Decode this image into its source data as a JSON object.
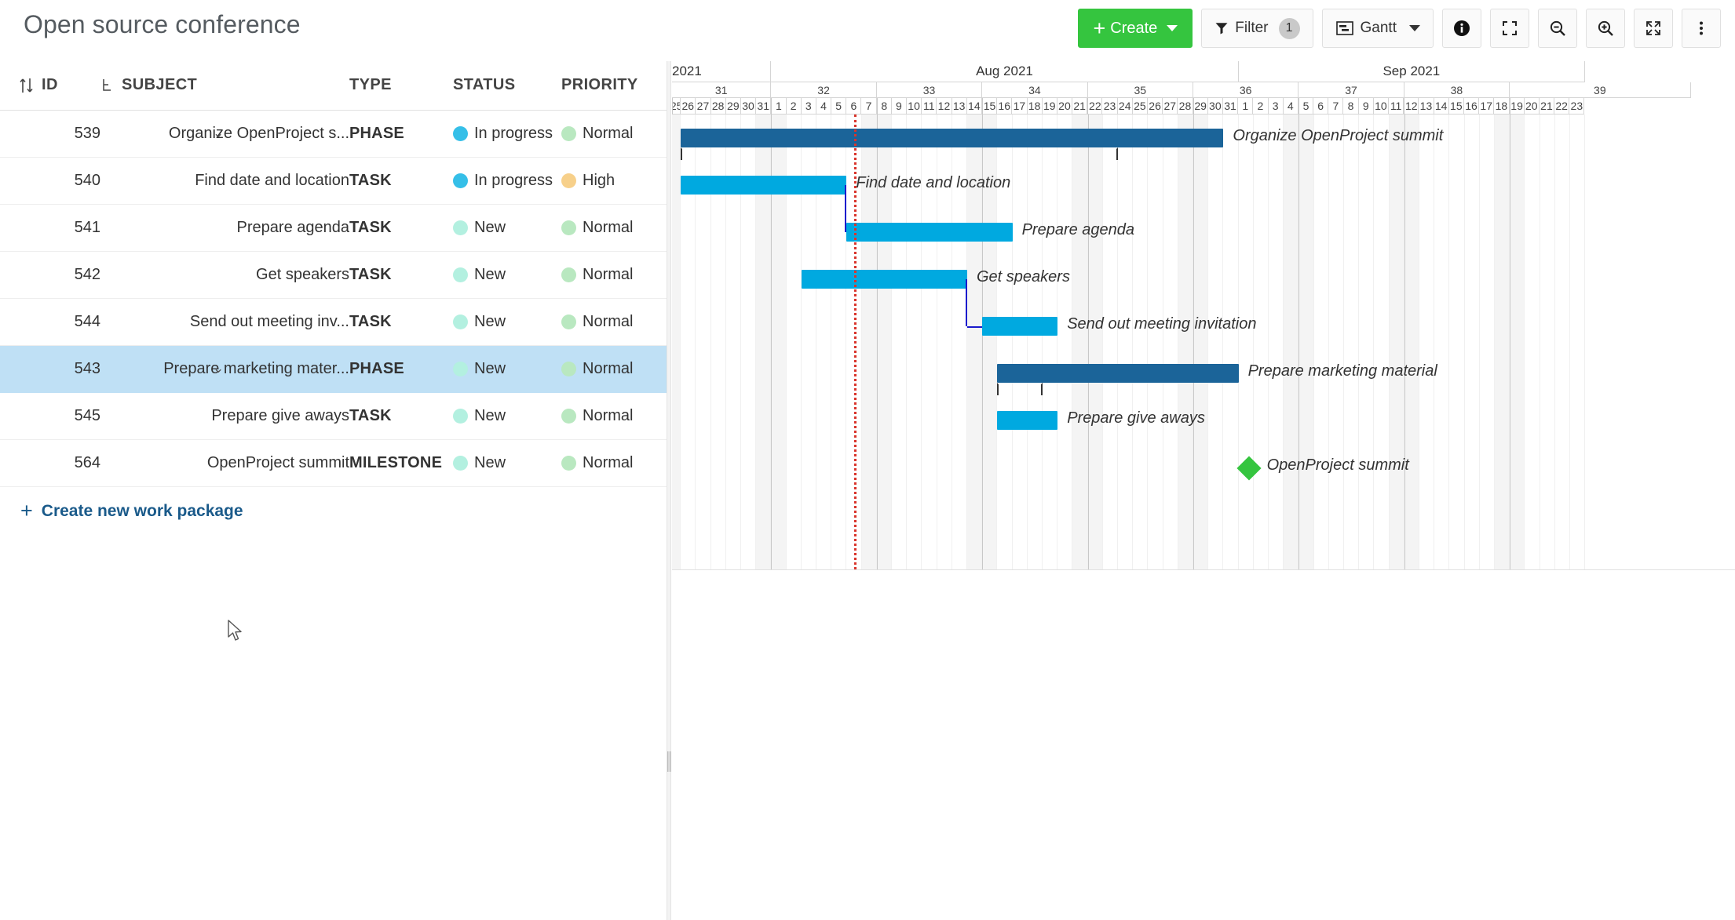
{
  "header": {
    "title": "Open source conference"
  },
  "toolbar": {
    "create_label": "Create",
    "create_icon": "plus-icon",
    "create_color": "#35c53f",
    "filter_label": "Filter",
    "filter_icon": "funnel-icon",
    "filter_count": "1",
    "view_label": "Gantt",
    "view_icon": "gantt-view-icon",
    "info_icon": "info-icon",
    "zen_icon": "zen-mode-icon",
    "zoom_out_icon": "zoom-out-icon",
    "zoom_in_icon": "zoom-in-icon",
    "fullscreen_icon": "fullscreen-icon",
    "more_icon": "kebab-menu-icon"
  },
  "table": {
    "sort_icon": "sort-icon",
    "hierarchy_icon": "hierarchy-icon",
    "columns": [
      "ID",
      "SUBJECT",
      "TYPE",
      "STATUS",
      "PRIORITY"
    ],
    "rows": [
      {
        "id": "539",
        "subject": "Organize OpenProject s...",
        "type": "PHASE",
        "status": "In progress",
        "priority": "Normal",
        "expander": "chevron-down-icon",
        "status_color": "#35bfe8",
        "priority_color": "#b9e8c0",
        "selected": false,
        "indent": 0
      },
      {
        "id": "540",
        "subject": "Find date and location",
        "type": "TASK",
        "status": "In progress",
        "priority": "High",
        "expander": "",
        "status_color": "#35bfe8",
        "priority_color": "#f7d08a",
        "selected": false,
        "indent": 1
      },
      {
        "id": "541",
        "subject": "Prepare agenda",
        "type": "TASK",
        "status": "New",
        "priority": "Normal",
        "expander": "",
        "status_color": "#b3f0e0",
        "priority_color": "#b9e8c0",
        "selected": false,
        "indent": 1
      },
      {
        "id": "542",
        "subject": "Get speakers",
        "type": "TASK",
        "status": "New",
        "priority": "Normal",
        "expander": "",
        "status_color": "#b3f0e0",
        "priority_color": "#b9e8c0",
        "selected": false,
        "indent": 1
      },
      {
        "id": "544",
        "subject": "Send out meeting inv...",
        "type": "TASK",
        "status": "New",
        "priority": "Normal",
        "expander": "",
        "status_color": "#b3f0e0",
        "priority_color": "#b9e8c0",
        "selected": false,
        "indent": 1
      },
      {
        "id": "543",
        "subject": "Prepare marketing mater...",
        "type": "PHASE",
        "status": "New",
        "priority": "Normal",
        "expander": "chevron-down-icon",
        "status_color": "#b3f0e0",
        "priority_color": "#b9e8c0",
        "selected": true,
        "indent": 0
      },
      {
        "id": "545",
        "subject": "Prepare give aways",
        "type": "TASK",
        "status": "New",
        "priority": "Normal",
        "expander": "",
        "status_color": "#b3f0e0",
        "priority_color": "#b9e8c0",
        "selected": false,
        "indent": 1
      },
      {
        "id": "564",
        "subject": "OpenProject summit",
        "type": "MILESTONE",
        "status": "New",
        "priority": "Normal",
        "expander": "",
        "status_color": "#b3f0e0",
        "priority_color": "#b9e8c0",
        "selected": false,
        "indent": 1
      }
    ],
    "create_new_label": "Create new work package",
    "create_new_icon": "plus-icon"
  },
  "chart_data": {
    "type": "gantt",
    "title": "Open source conference",
    "months": [
      {
        "label": "2021",
        "days": 7,
        "partial": true
      },
      {
        "label": "Aug 2021",
        "days": 31,
        "partial": false
      },
      {
        "label": "Sep 2021",
        "days": 23,
        "partial": false
      }
    ],
    "weeks": [
      {
        "label": "31",
        "days": 7
      },
      {
        "label": "32",
        "days": 7
      },
      {
        "label": "33",
        "days": 7
      },
      {
        "label": "34",
        "days": 7
      },
      {
        "label": "35",
        "days": 7
      },
      {
        "label": "36",
        "days": 7
      },
      {
        "label": "37",
        "days": 7
      },
      {
        "label": "38",
        "days": 7
      },
      {
        "label": "39",
        "days": 12
      }
    ],
    "days": [
      "25",
      "26",
      "27",
      "28",
      "29",
      "30",
      "31",
      "1",
      "2",
      "3",
      "4",
      "5",
      "6",
      "7",
      "8",
      "9",
      "10",
      "11",
      "12",
      "13",
      "14",
      "15",
      "16",
      "17",
      "18",
      "19",
      "20",
      "21",
      "22",
      "23",
      "24",
      "25",
      "26",
      "27",
      "28",
      "29",
      "30",
      "31",
      "1",
      "2",
      "3",
      "4",
      "5",
      "6",
      "7",
      "8",
      "9",
      "10",
      "11",
      "12",
      "13",
      "14",
      "15",
      "16",
      "17",
      "18",
      "19",
      "20",
      "21",
      "22",
      "23"
    ],
    "weekend_indexes": [
      0,
      6,
      7,
      13,
      14,
      20,
      21,
      27,
      28,
      34,
      35,
      41,
      42,
      48,
      49,
      55,
      56
    ],
    "week_start_indexes": [
      0,
      7,
      14,
      21,
      28,
      35,
      42,
      49,
      56
    ],
    "today_index": 12,
    "today_label": "Aug 6",
    "today_color": "#d9342b",
    "colors": {
      "phase": "#1b6499",
      "task": "#00a9e0",
      "milestone": "#35c53f",
      "dependency": "#1a1acc"
    },
    "bars": [
      {
        "id": "539",
        "label": "Organize OpenProject summit",
        "kind": "phase",
        "start_index": 1,
        "length": 36,
        "bracket_end_index": 30
      },
      {
        "id": "540",
        "label": "Find date and location",
        "kind": "task",
        "start_index": 1,
        "length": 11
      },
      {
        "id": "541",
        "label": "Prepare agenda",
        "kind": "task",
        "start_index": 12,
        "length": 11
      },
      {
        "id": "542",
        "label": "Get speakers",
        "kind": "task",
        "start_index": 9,
        "length": 11
      },
      {
        "id": "544",
        "label": "Send out meeting invitation",
        "kind": "task",
        "start_index": 21,
        "length": 5
      },
      {
        "id": "543",
        "label": "Prepare marketing material",
        "kind": "phase",
        "start_index": 22,
        "length": 16,
        "bracket_end_index": 25
      },
      {
        "id": "545",
        "label": "Prepare give aways",
        "kind": "task",
        "start_index": 22,
        "length": 4
      },
      {
        "id": "564",
        "label": "OpenProject summit",
        "kind": "milestone",
        "start_index": 38
      }
    ],
    "dependencies": [
      {
        "from": "540",
        "to": "541"
      },
      {
        "from": "542",
        "to": "544"
      }
    ]
  }
}
